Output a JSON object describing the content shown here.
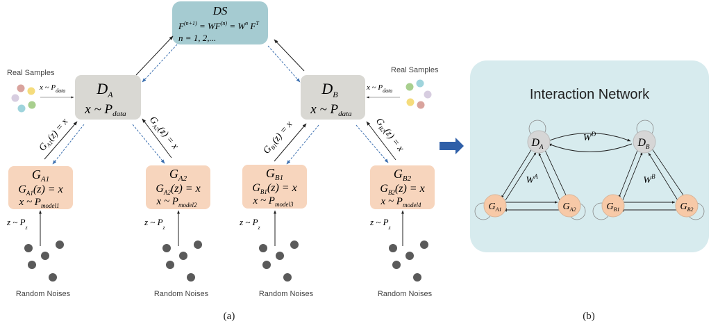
{
  "colors": {
    "ds_box": "#a5cbd1",
    "d_box": "#d9d8d3",
    "g_box": "#f7d5bd",
    "panel_bg": "#d7ebee",
    "node_d": "#d6d6d6",
    "node_g": "#f7c9a7",
    "noise_dot": "#5a5a5a",
    "dashed_arrow": "#3b6fb0",
    "big_arrow": "#2f5fa8",
    "sample_colors": [
      "#d9a39d",
      "#f5dc7c",
      "#d7cde0",
      "#9fd4dc",
      "#a8cf8e"
    ]
  },
  "ds": {
    "title": "DS",
    "eq_lhs": "F",
    "eq_lhs_sup": "(n+1)",
    "eq_mid": " = WF",
    "eq_mid_sup": "(n)",
    "eq_rhs": " = W",
    "eq_rhs_sup": "n",
    "eq_rhs2": " F",
    "eq_rhs2_sup": "T",
    "n_line": "n = 1, 2,..."
  },
  "discriminators": [
    {
      "id": "A",
      "name": "D",
      "sub": "A",
      "eq_x": "x ~ P",
      "eq_sub": "data"
    },
    {
      "id": "B",
      "name": "D",
      "sub": "B",
      "eq_x": "x ~ P",
      "eq_sub": "data"
    }
  ],
  "real_samples": {
    "label": "Real Samples",
    "dist_x": "x ~ P",
    "dist_sub": "data"
  },
  "generators": [
    {
      "id": "A1",
      "name": "G",
      "sub": "A1",
      "fn": "(z) = x",
      "dist": "x ~ P",
      "dist_sub": "model1",
      "edge_label": "G",
      "edge_sub": "A1",
      "edge_fn": "(z) = x"
    },
    {
      "id": "A2",
      "name": "G",
      "sub": "A2",
      "fn": "(z) = x",
      "dist": "x ~ P",
      "dist_sub": "model2",
      "edge_label": "G",
      "edge_sub": "A2",
      "edge_fn": "(z) = x"
    },
    {
      "id": "B1",
      "name": "G",
      "sub": "B1",
      "fn": "(z) = x",
      "dist": "x ~ P",
      "dist_sub": "model3",
      "edge_label": "G",
      "edge_sub": "B1",
      "edge_fn": "(z) = x"
    },
    {
      "id": "B2",
      "name": "G",
      "sub": "B2",
      "fn": "(z) = x",
      "dist": "x ~ P",
      "dist_sub": "model4",
      "edge_label": "G",
      "edge_sub": "B2",
      "edge_fn": "(z) = x"
    }
  ],
  "noise": {
    "label": "Random Noises",
    "dist": "z ~ P",
    "dist_sub": "z"
  },
  "network": {
    "title": "Interaction Network",
    "nodes": {
      "DA": {
        "name": "D",
        "sub": "A"
      },
      "DB": {
        "name": "D",
        "sub": "B"
      },
      "GA1": {
        "name": "G",
        "sub": "A1"
      },
      "GA2": {
        "name": "G",
        "sub": "A2"
      },
      "GB1": {
        "name": "G",
        "sub": "B1"
      },
      "GB2": {
        "name": "G",
        "sub": "B2"
      }
    },
    "weights": {
      "WD": {
        "name": "W",
        "sup": "D"
      },
      "WA": {
        "name": "W",
        "sup": "A"
      },
      "WB": {
        "name": "W",
        "sup": "B"
      }
    }
  },
  "captions": {
    "a": "(a)",
    "b": "(b)"
  }
}
